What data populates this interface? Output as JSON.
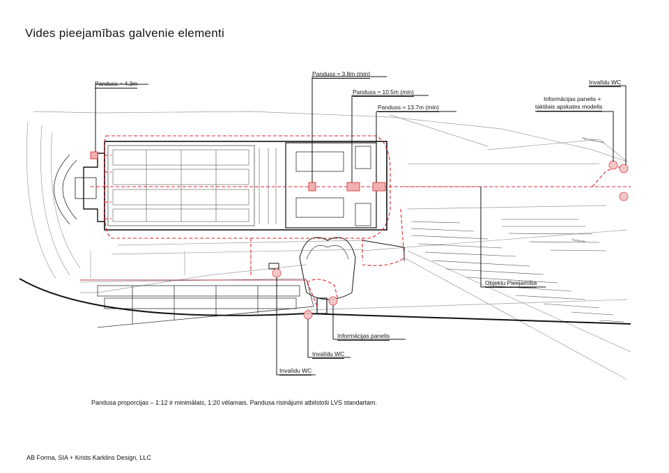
{
  "title": "Vides pieejamības galvenie elementi",
  "labels": {
    "ramp_4_3": "Panduss ≈ 4.3m",
    "ramp_3_8": "Panduss ≈ 3.8m (min)",
    "ramp_10_5": "Panduss ≈ 10.5m (min)",
    "ramp_13_7": "Panduss ≈ 13.7m (min)",
    "wc_top_right": "Invalīdu WC",
    "info_tactile_line1": "Informācijas panelis +",
    "info_tactile_line2": "taktilais apskates modelis",
    "object_access": "Objektu Pieejamība",
    "info_panel": "Informācijas panelis",
    "wc_mid": "Invalīdu WC",
    "wc_low": "Invalīdu WC",
    "street_1": "Rīgas Maskavas iela",
    "street_2": "Turaidas iela"
  },
  "note": "Pandusa proporcijas – 1:12 ir minimālais, 1:20 vēlamais. Pandusa risinājumi atbilstoši LVS standartam.",
  "credit": "AB Forma, SIA + Krists Karklins Design, LLC",
  "colors": {
    "route": "#d8262c",
    "line": "#111111",
    "thin": "#9a9a9a"
  }
}
